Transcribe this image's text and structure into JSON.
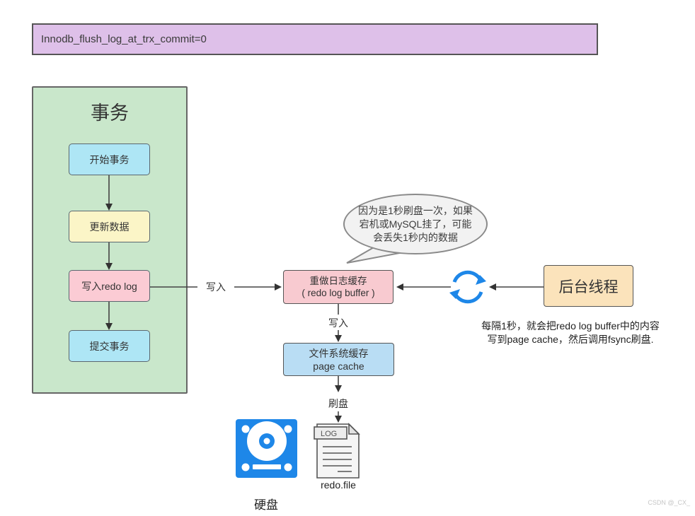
{
  "banner": {
    "label": "Innodb_flush_log_at_trx_commit=0"
  },
  "transaction_group": {
    "title": "事务",
    "steps": [
      {
        "label": "开始事务",
        "color": "#aee6f5"
      },
      {
        "label": "更新数据",
        "color": "#fbf5c7"
      },
      {
        "label": "写入redo log",
        "color": "#fbcbd4"
      },
      {
        "label": "提交事务",
        "color": "#aee6f5"
      }
    ]
  },
  "edges": {
    "write_to_buffer": "写入",
    "write_to_cache": "写入",
    "flush_to_disk": "刷盘"
  },
  "bubble": {
    "line1": "因为是1秒刷盘一次，如果",
    "line2": "宕机或MySQL挂了，可能",
    "line3": "会丢失1秒内的数据"
  },
  "redo_buffer": {
    "line1": "重做日志缓存",
    "line2": "( redo log buffer )"
  },
  "page_cache": {
    "line1": "文件系统缓存",
    "line2": "page cache"
  },
  "background_thread": {
    "label": "后台线程",
    "note_line1": "每隔1秒，就会把redo log buffer中的内容",
    "note_line2": "写到page cache，然后调用fsync刷盘."
  },
  "disk": {
    "label": "硬盘"
  },
  "file": {
    "badge": "LOG",
    "label": "redo.file"
  },
  "watermark": "CSDN @_CX_",
  "colors": {
    "banner_bg": "#dec0e9",
    "group_bg": "#c9e7cb",
    "redo_buffer_bg": "#f8cad0",
    "page_cache_bg": "#b9ddf4",
    "background_thread_bg": "#fbe3bb",
    "bubble_bg": "#f2f2f2",
    "icon_blue": "#1e87e8",
    "line": "#444444"
  }
}
